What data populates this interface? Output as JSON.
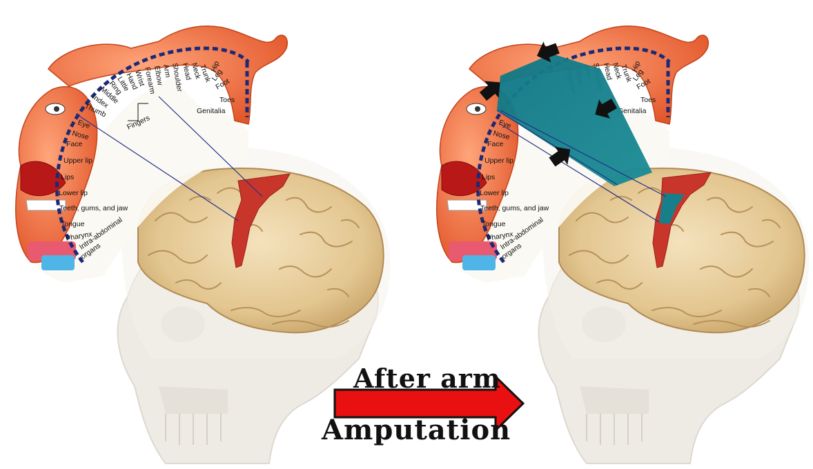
{
  "caption": {
    "line1": "After arm",
    "line2": "Amputation"
  },
  "homunculus_labels": {
    "arc": [
      "Genitalia",
      "Toes",
      "Foot",
      "Leg",
      "Hip",
      "Trunk",
      "Neck",
      "Head",
      "Shoulder",
      "Arm",
      "Elbow",
      "Forearm",
      "Wrist",
      "Hand",
      "Little",
      "Ring",
      "Middle",
      "Index",
      "Thumb"
    ],
    "fingers": "Fingers",
    "face": [
      "Eye",
      "Nose",
      "Face",
      "Upper lip",
      "Lips",
      "Lower lip",
      "Teeth, gums, and jaw",
      "Tongue",
      "Pharynx",
      "Intra-abdominal",
      "organs"
    ]
  },
  "colors": {
    "motor_cortex": "#c8352a",
    "expanded_region": "#177f8a",
    "homunculus_skin": "#f07a45",
    "brain": "#ead2a4",
    "skull": "#e9e4dc",
    "scale_bar": "#1b2a78",
    "arrow": "#e81010"
  }
}
